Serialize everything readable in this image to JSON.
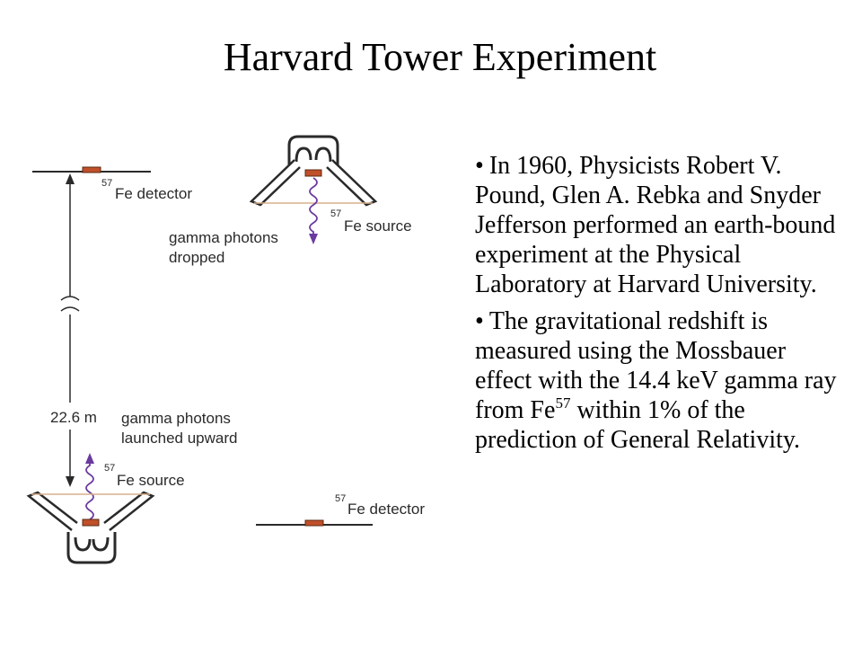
{
  "slide": {
    "title": "Harvard Tower Experiment"
  },
  "diagram": {
    "top_detector": {
      "mass": "57",
      "label": "Fe detector"
    },
    "top_source": {
      "mass": "57",
      "label": "Fe source"
    },
    "dropped_label": [
      "gamma photons",
      "dropped"
    ],
    "height_label": "22.6 m",
    "launched_label": [
      "gamma photons",
      "launched upward"
    ],
    "bottom_source": {
      "mass": "57",
      "label": "Fe source"
    },
    "bottom_detector": {
      "mass": "57",
      "label": "Fe detector"
    },
    "colors": {
      "line": "#2a2a2a",
      "sample": "#c0502a",
      "photon": "#6a3aa0",
      "beam": "#d9b08c"
    }
  },
  "bullets": [
    {
      "symbol": "•",
      "text": "In 1960, Physicists Robert V. Pound, Glen A. Rebka and Snyder Jefferson performed an earth-bound experiment at the Physical Laboratory at Harvard University."
    },
    {
      "symbol": "•",
      "text_before": "The gravitational redshift is measured using the Mossbauer effect with the 14.4 keV gamma ray from Fe",
      "superscript": "57",
      "text_after": " within 1% of the prediction of General Relativity."
    }
  ]
}
